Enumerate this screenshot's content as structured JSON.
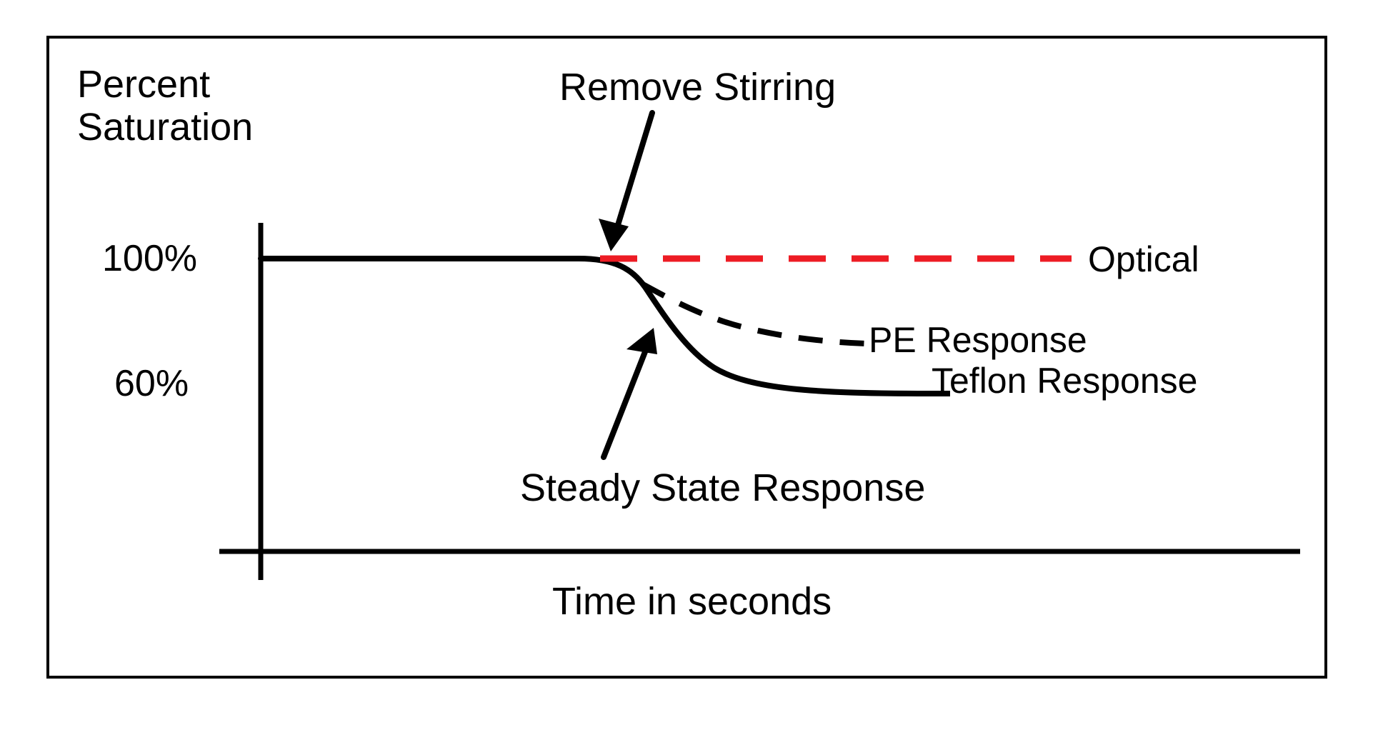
{
  "figure": {
    "border_color": "#000000",
    "background": "#ffffff"
  },
  "axes": {
    "y_title": "Percent\nSaturation",
    "x_title": "Time in seconds",
    "y_ticks": [
      "100%",
      "60%"
    ],
    "tick_100": "100%",
    "tick_60": "60%"
  },
  "annotations": {
    "remove_stirring": "Remove Stirring",
    "steady_state": "Steady State Response"
  },
  "series_labels": {
    "optical": "Optical",
    "pe": "PE Response",
    "teflon": "Teflon Response"
  },
  "colors": {
    "optical": "#ED1C24",
    "pe": "#000000",
    "teflon": "#000000",
    "axis": "#000000",
    "text": "#000000"
  },
  "chart_data": {
    "type": "line",
    "title": "",
    "subtitle": "",
    "xlabel": "Time in seconds",
    "ylabel": "Percent Saturation",
    "ytick_labels": [
      "100%",
      "60%"
    ],
    "ytick_values": [
      100,
      60
    ],
    "xtick_labels": [],
    "ylim": [
      0,
      110
    ],
    "xlim": [
      0,
      100
    ],
    "grid": false,
    "legend": "inline-right-labels",
    "annotations": [
      {
        "text": "Remove Stirring",
        "points_to": "stirring-stop point at 100% saturation",
        "x": 34,
        "y": 100
      },
      {
        "text": "Steady State Response",
        "points_to": "knee of the Teflon response curve",
        "x": 40,
        "y": 84
      }
    ],
    "series": [
      {
        "name": "Optical",
        "style": "dashed",
        "color": "#ED1C24",
        "x": [
          34,
          40,
          50,
          60,
          70,
          80,
          90,
          100
        ],
        "values": [
          100,
          100,
          100,
          100,
          100,
          100,
          100,
          100
        ]
      },
      {
        "name": "PE Response",
        "style": "dashed",
        "color": "#000000",
        "x": [
          34,
          37,
          40,
          45,
          50,
          55,
          60,
          65,
          70,
          75
        ],
        "values": [
          100,
          96,
          92,
          87,
          84,
          82,
          80.5,
          79.5,
          79,
          78.8
        ]
      },
      {
        "name": "Teflon Response",
        "style": "solid",
        "color": "#000000",
        "x": [
          0,
          10,
          20,
          30,
          34,
          37,
          40,
          45,
          50,
          55,
          60,
          65,
          70,
          75,
          80
        ],
        "values": [
          100,
          100,
          100,
          100,
          100,
          94,
          87,
          78,
          71,
          66,
          63,
          61,
          60.3,
          60,
          60
        ]
      }
    ]
  }
}
